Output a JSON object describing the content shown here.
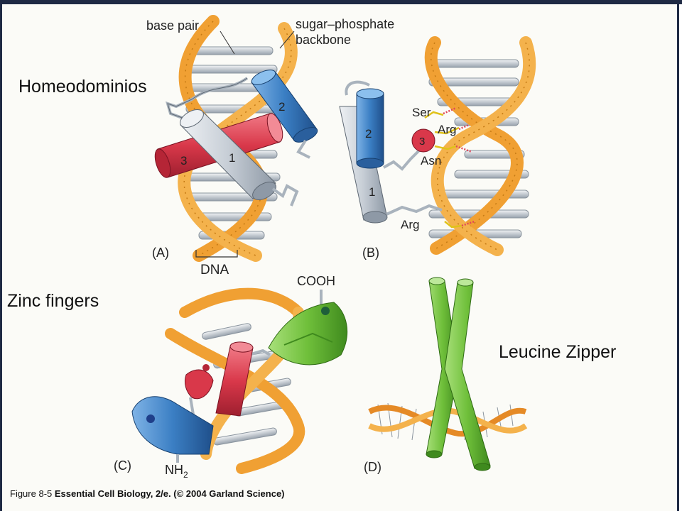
{
  "labels": {
    "homeodomain": "Homeodominios",
    "zinc_fingers": "Zinc fingers",
    "leucine_zipper": "Leucine Zipper"
  },
  "figure": {
    "base_pair": "base pair",
    "backbone_line1": "sugar–phosphate",
    "backbone_line2": "backbone",
    "dna": "DNA",
    "panel_a": "(A)",
    "panel_b": "(B)",
    "panel_c": "(C)",
    "panel_d": "(D)",
    "helix_1": "1",
    "helix_2": "2",
    "helix_3": "3",
    "ser": "Ser",
    "arg": "Arg",
    "asn": "Asn",
    "arg2": "Arg",
    "cooh": "COOH",
    "nh2": "NH",
    "nh2_sub": "2"
  },
  "caption": {
    "figure": "Figure 8-5",
    "title": "Essential Cell Biology, 2/e. (© 2004 Garland Science)"
  },
  "colors": {
    "frame": "#1f2a44",
    "backbone": "#f0a033",
    "rung": "#b9c0c8",
    "helix_blue": "#3b7fc4",
    "helix_red": "#d9384a",
    "helix_grey": "#c9d0d8",
    "helix_green": "#6fbf3a"
  }
}
